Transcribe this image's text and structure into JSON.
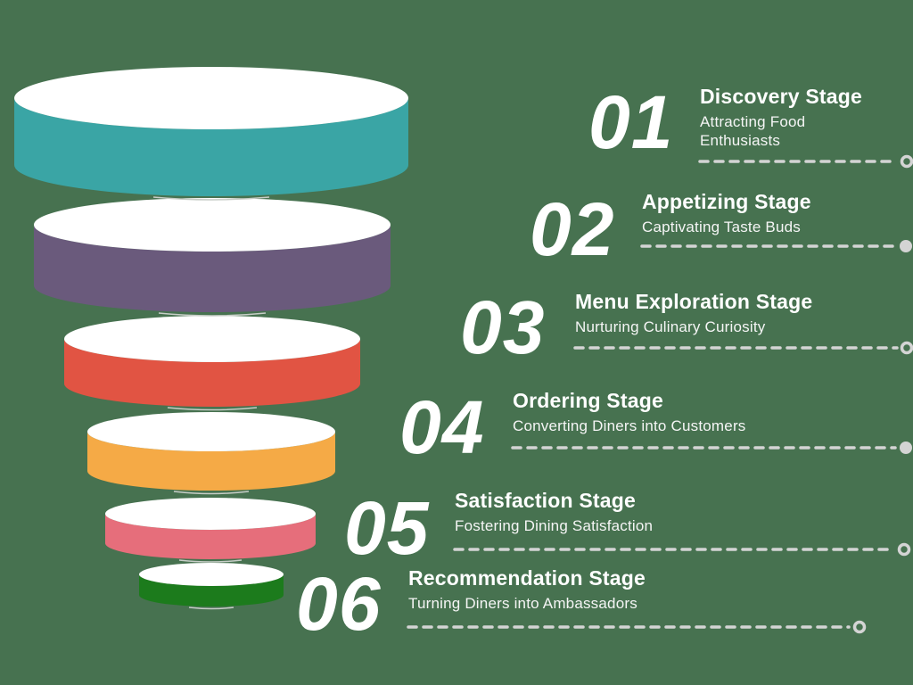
{
  "background_color": "#477250",
  "funnel": {
    "top_color": "#ffffff",
    "connector_color": "#d4d4d4",
    "text_color": "#ffffff",
    "stages": [
      {
        "number": "01",
        "title": "Discovery Stage",
        "description": "Attracting Food Enthusiasts",
        "color": "#3aa5a5",
        "connector_end": "ring"
      },
      {
        "number": "02",
        "title": "Appetizing Stage",
        "description": "Captivating Taste Buds",
        "color": "#6a5a7c",
        "connector_end": "dot"
      },
      {
        "number": "03",
        "title": "Menu Exploration Stage",
        "description": "Nurturing Culinary Curiosity",
        "color": "#e15443",
        "connector_end": "ring"
      },
      {
        "number": "04",
        "title": "Ordering Stage",
        "description": "Converting Diners into Customers",
        "color": "#f5aa46",
        "connector_end": "dot"
      },
      {
        "number": "05",
        "title": "Satisfaction Stage",
        "description": "Fostering Dining Satisfaction",
        "color": "#e66e7b",
        "connector_end": "ring"
      },
      {
        "number": "06",
        "title": "Recommendation Stage",
        "description": "Turning Diners into Ambassadors",
        "color": "#1c7b1c",
        "connector_end": "ring"
      }
    ]
  }
}
